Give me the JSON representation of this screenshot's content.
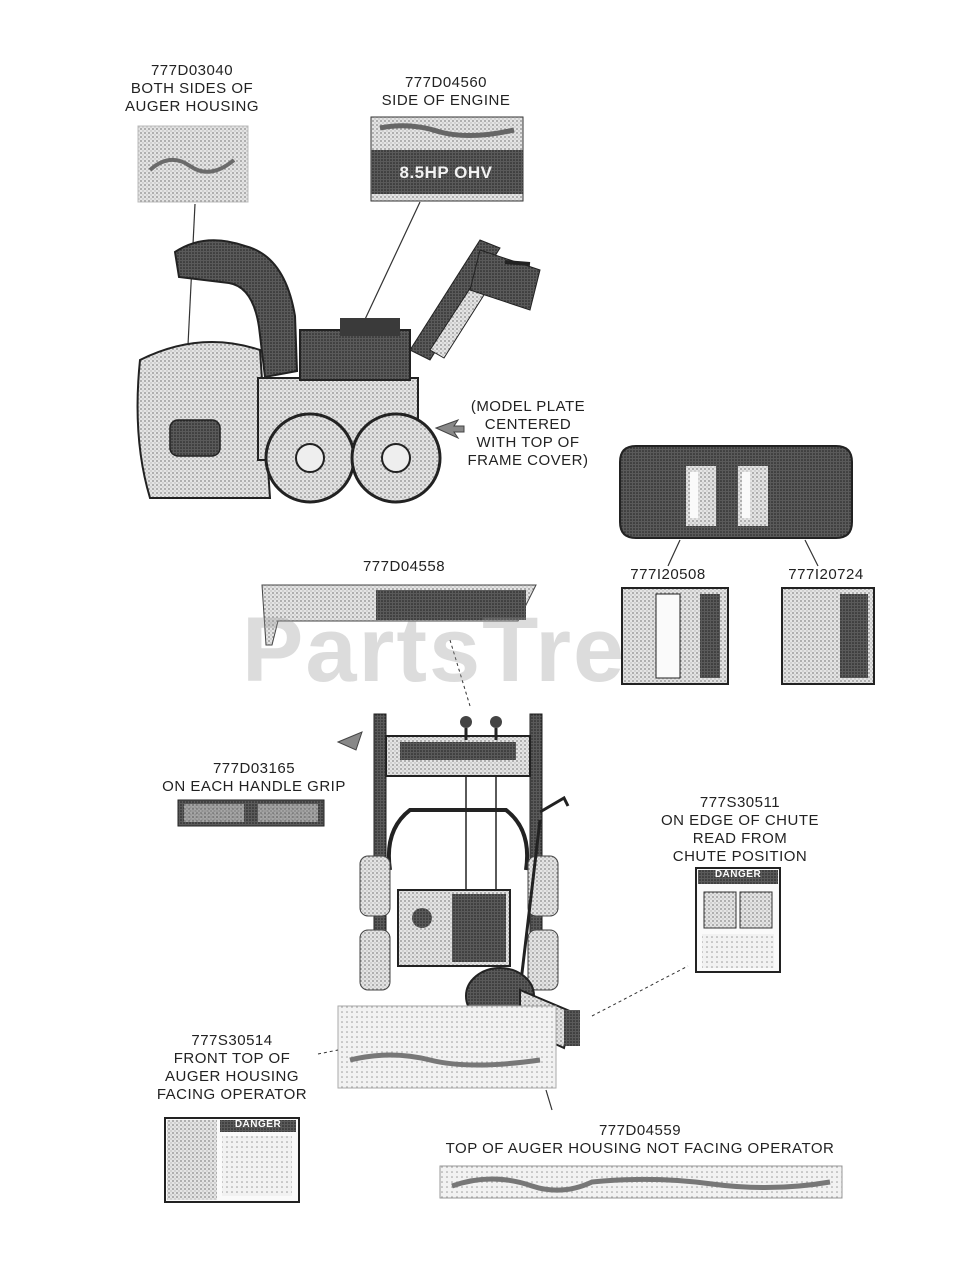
{
  "colors": {
    "ink": "#222222",
    "dark": "#2e2e2e",
    "grey": "#9a9a9a",
    "light": "#cfcfcf",
    "watermark": "#969696"
  },
  "watermark": "PartsTre",
  "labels": {
    "d03040": {
      "part": "777D03040",
      "line1": "BOTH SIDES OF",
      "line2": "AUGER HOUSING"
    },
    "d04560": {
      "part": "777D04560",
      "line1": "SIDE OF ENGINE"
    },
    "model_plate": {
      "line1": "(MODEL PLATE",
      "line2": "CENTERED",
      "line3": "WITH TOP OF",
      "line4": "FRAME COVER)"
    },
    "d04558": {
      "part": "777D04558"
    },
    "i20508": {
      "part": "777I20508"
    },
    "i20724": {
      "part": "777I20724"
    },
    "d03165": {
      "part": "777D03165",
      "line1": "ON EACH HANDLE GRIP"
    },
    "s30511": {
      "part": "777S30511",
      "line1": "ON EDGE OF CHUTE",
      "line2": "READ FROM",
      "line3": "CHUTE POSITION"
    },
    "s30514": {
      "part": "777S30514",
      "line1": "FRONT TOP OF",
      "line2": "AUGER HOUSING",
      "line3": "FACING OPERATOR"
    },
    "d04559": {
      "part": "777D04559",
      "line1": "TOP OF AUGER HOUSING NOT FACING OPERATOR"
    }
  },
  "decals": {
    "engine_hp": "8.5HP OHV",
    "danger_right": "DANGER",
    "danger_left": "DANGER"
  }
}
